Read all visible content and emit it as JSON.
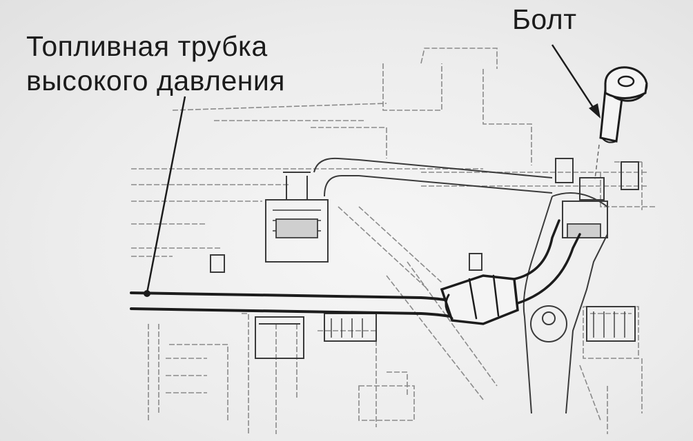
{
  "labels": {
    "fuel_pipe_line1": "Топливная трубка",
    "fuel_pipe_line2": "высокого давления",
    "bolt": "Болт"
  },
  "colors": {
    "line": "#1c1c1c",
    "sketch": "#8a8a8a",
    "paper": "#efefef"
  }
}
